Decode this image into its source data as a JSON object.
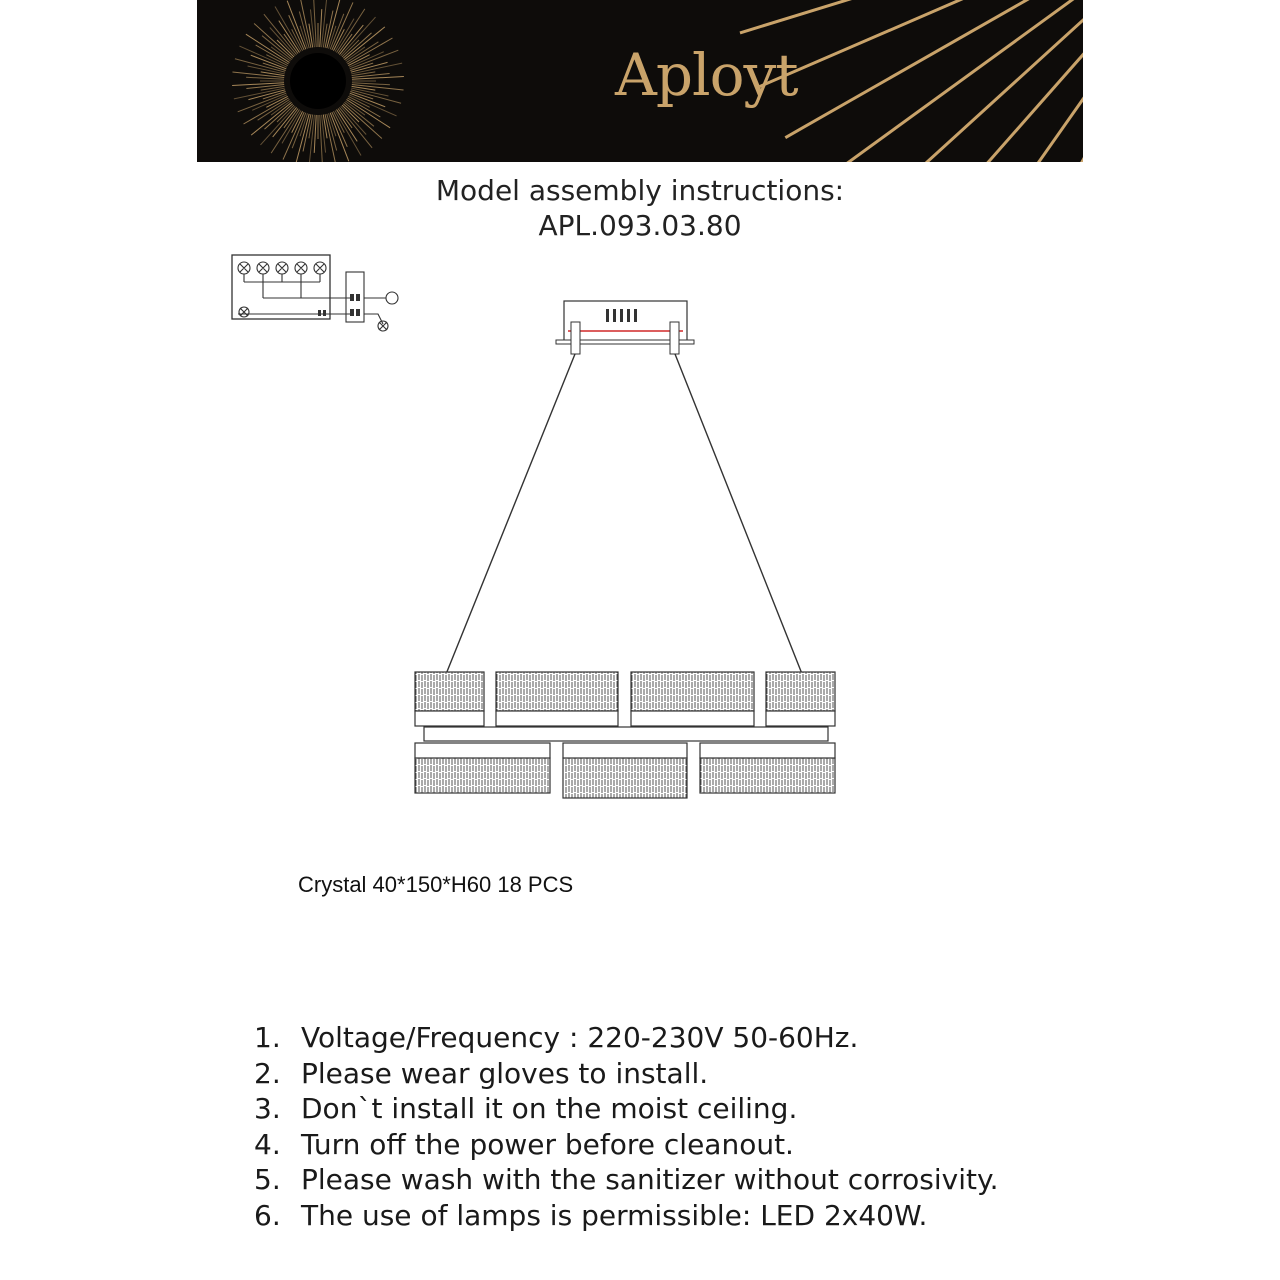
{
  "header": {
    "brand": "Aployt",
    "colors": {
      "background": "#0e0c0a",
      "gold": "#c9a36a"
    }
  },
  "title": {
    "line1": "Model assembly instructions:",
    "line2": "APL.093.03.80"
  },
  "diagrams": {
    "wiring_icon": "wiring-diagram-icon",
    "lamp_icon": "chandelier-drawing-icon",
    "lamp_counts": {
      "upper_blocks": 4,
      "lower_blocks": 3
    }
  },
  "crystal_spec": "Crystal 40*150*H60 18 PCS",
  "instructions": [
    {
      "num": "1.",
      "text": "Voltage/Frequency : 220-230V 50-60Hz."
    },
    {
      "num": "2.",
      "text": "Please wear gloves to install."
    },
    {
      "num": "3.",
      "text": "Don`t install it on the moist ceiling."
    },
    {
      "num": "4.",
      "text": "Turn off the power before cleanout."
    },
    {
      "num": "5.",
      "text": "Please wash with the sanitizer without corrosivity."
    },
    {
      "num": "6.",
      "text": "The use of lamps is permissible: LED 2x40W."
    }
  ]
}
